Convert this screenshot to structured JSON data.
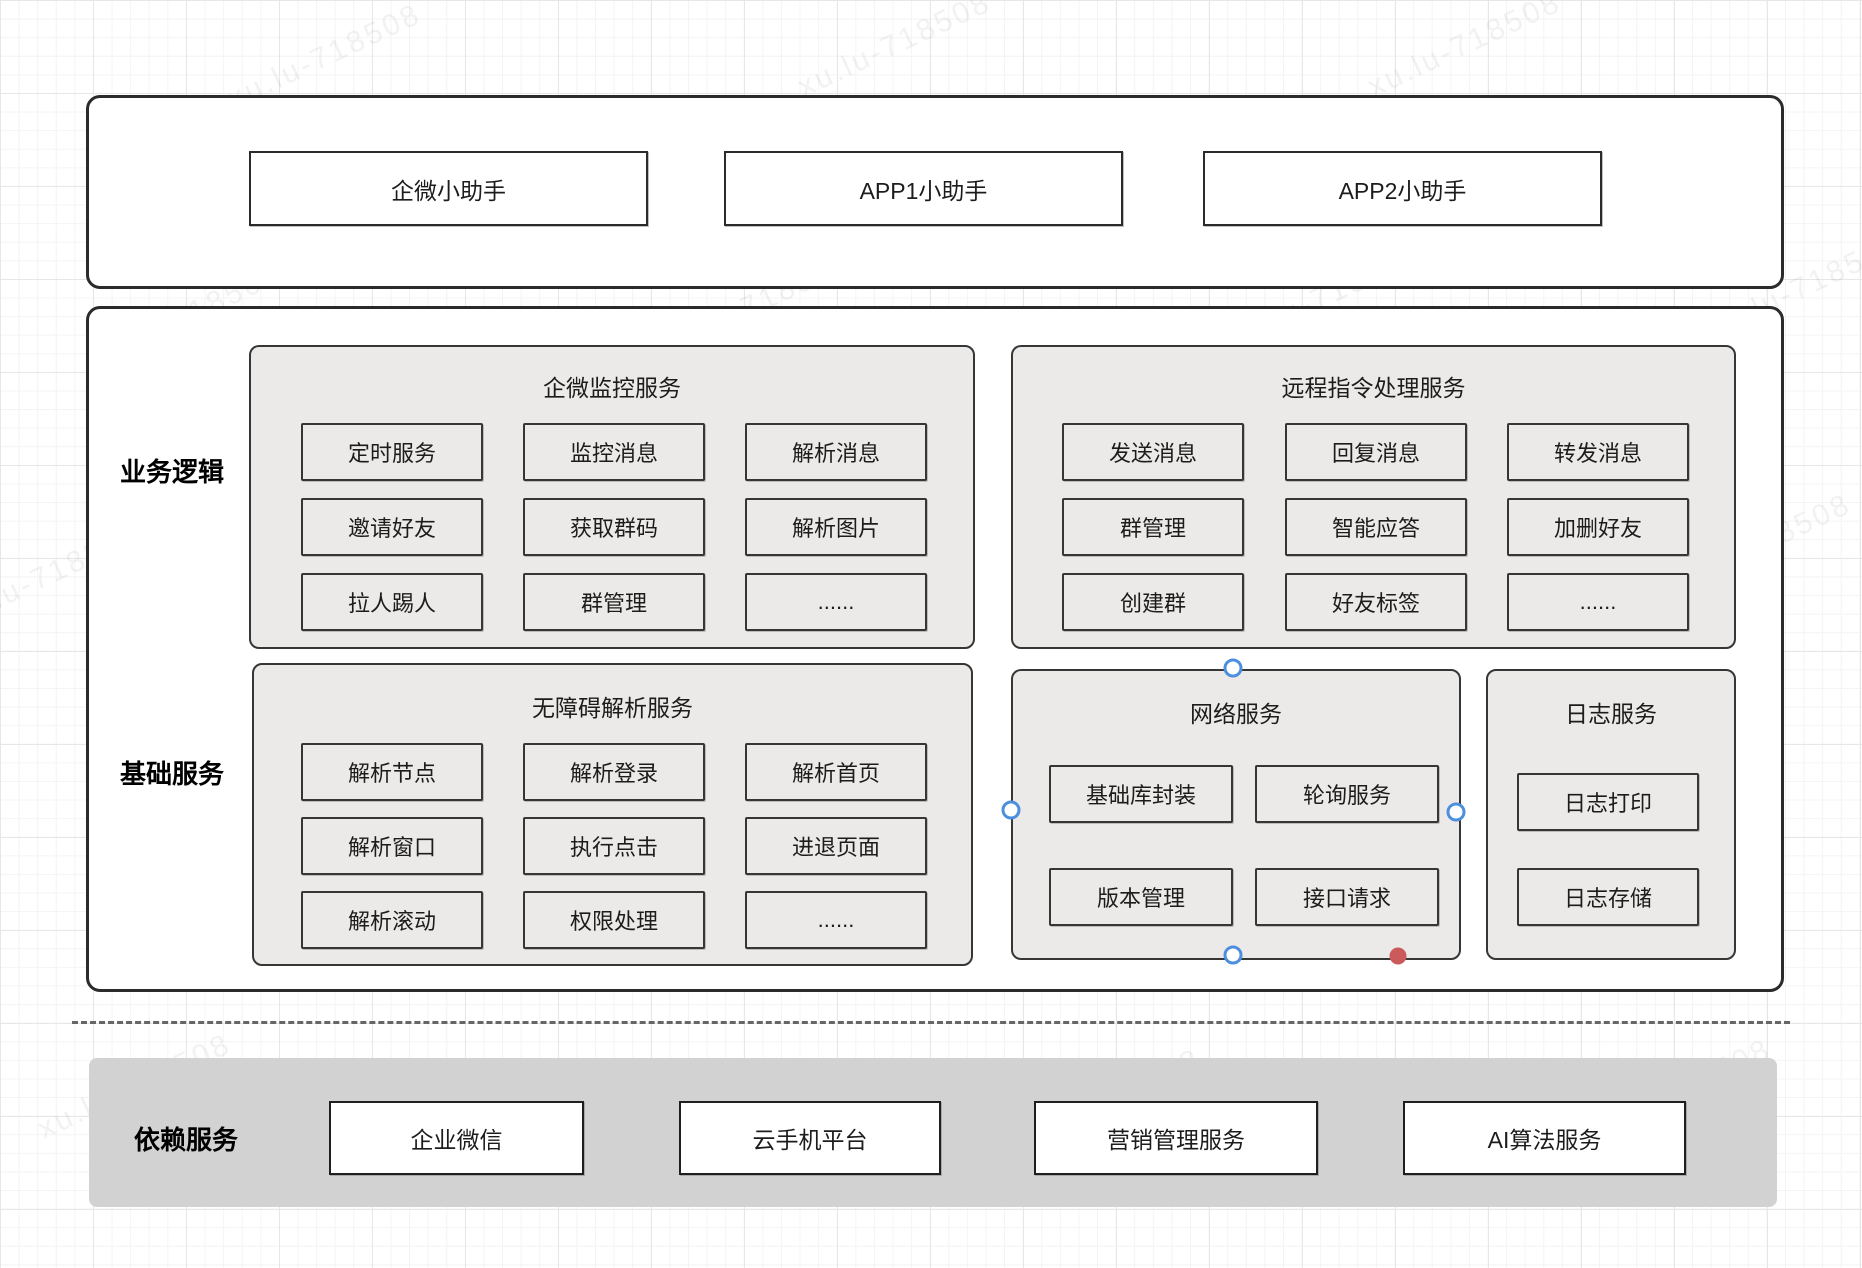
{
  "watermark": "xu.lu-718508",
  "clients": {
    "items": [
      {
        "label": "企微小助手"
      },
      {
        "label": "APP1小助手"
      },
      {
        "label": "APP2小助手"
      }
    ]
  },
  "layers": {
    "business_label": "业务逻辑",
    "foundation_label": "基础服务"
  },
  "panels": {
    "monitor": {
      "title": "企微监控服务",
      "items": [
        "定时服务",
        "监控消息",
        "解析消息",
        "邀请好友",
        "获取群码",
        "解析图片",
        "拉人踢人",
        "群管理",
        "......"
      ]
    },
    "remote": {
      "title": "远程指令处理服务",
      "items": [
        "发送消息",
        "回复消息",
        "转发消息",
        "群管理",
        "智能应答",
        "加删好友",
        "创建群",
        "好友标签",
        "......"
      ]
    },
    "accessibility": {
      "title": "无障碍解析服务",
      "items": [
        "解析节点",
        "解析登录",
        "解析首页",
        "解析窗口",
        "执行点击",
        "进退页面",
        "解析滚动",
        "权限处理",
        "......"
      ]
    },
    "network": {
      "title": "网络服务",
      "items": [
        "基础库封装",
        "轮询服务",
        "版本管理",
        "接口请求"
      ]
    },
    "logging": {
      "title": "日志服务",
      "items": [
        "日志打印",
        "日志存储"
      ]
    }
  },
  "dependencies": {
    "label": "依赖服务",
    "items": [
      "企业微信",
      "云手机平台",
      "营销管理服务",
      "AI算法服务"
    ]
  },
  "colors": {
    "panel_fill": "#ECEAE8",
    "band_fill": "#D2D2D2",
    "border": "#2B2B2B",
    "handle_blue": "#4C8FDE",
    "handle_red": "#CB5B5B"
  }
}
